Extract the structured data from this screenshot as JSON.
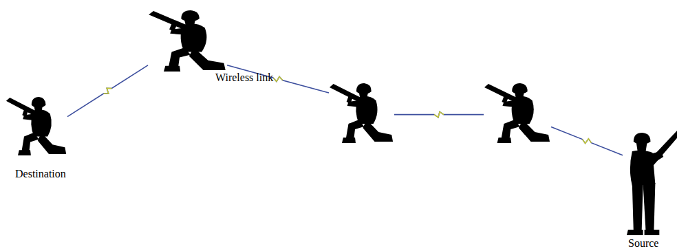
{
  "diagram": {
    "nodes": [
      {
        "text": [
          "Destination"
        ]
      },
      {
        "text": []
      },
      {
        "text": []
      },
      {
        "text": []
      },
      {
        "text": [
          "Source"
        ]
      }
    ],
    "edges": [
      {
        "from": 0,
        "to": 1,
        "arrow": "none"
      },
      {
        "from": 1,
        "to": 2,
        "arrow": "none",
        "label": "Wireless link"
      },
      {
        "from": 2,
        "to": 3,
        "arrow": "none"
      },
      {
        "from": 3,
        "to": 4,
        "arrow": "none"
      }
    ]
  }
}
